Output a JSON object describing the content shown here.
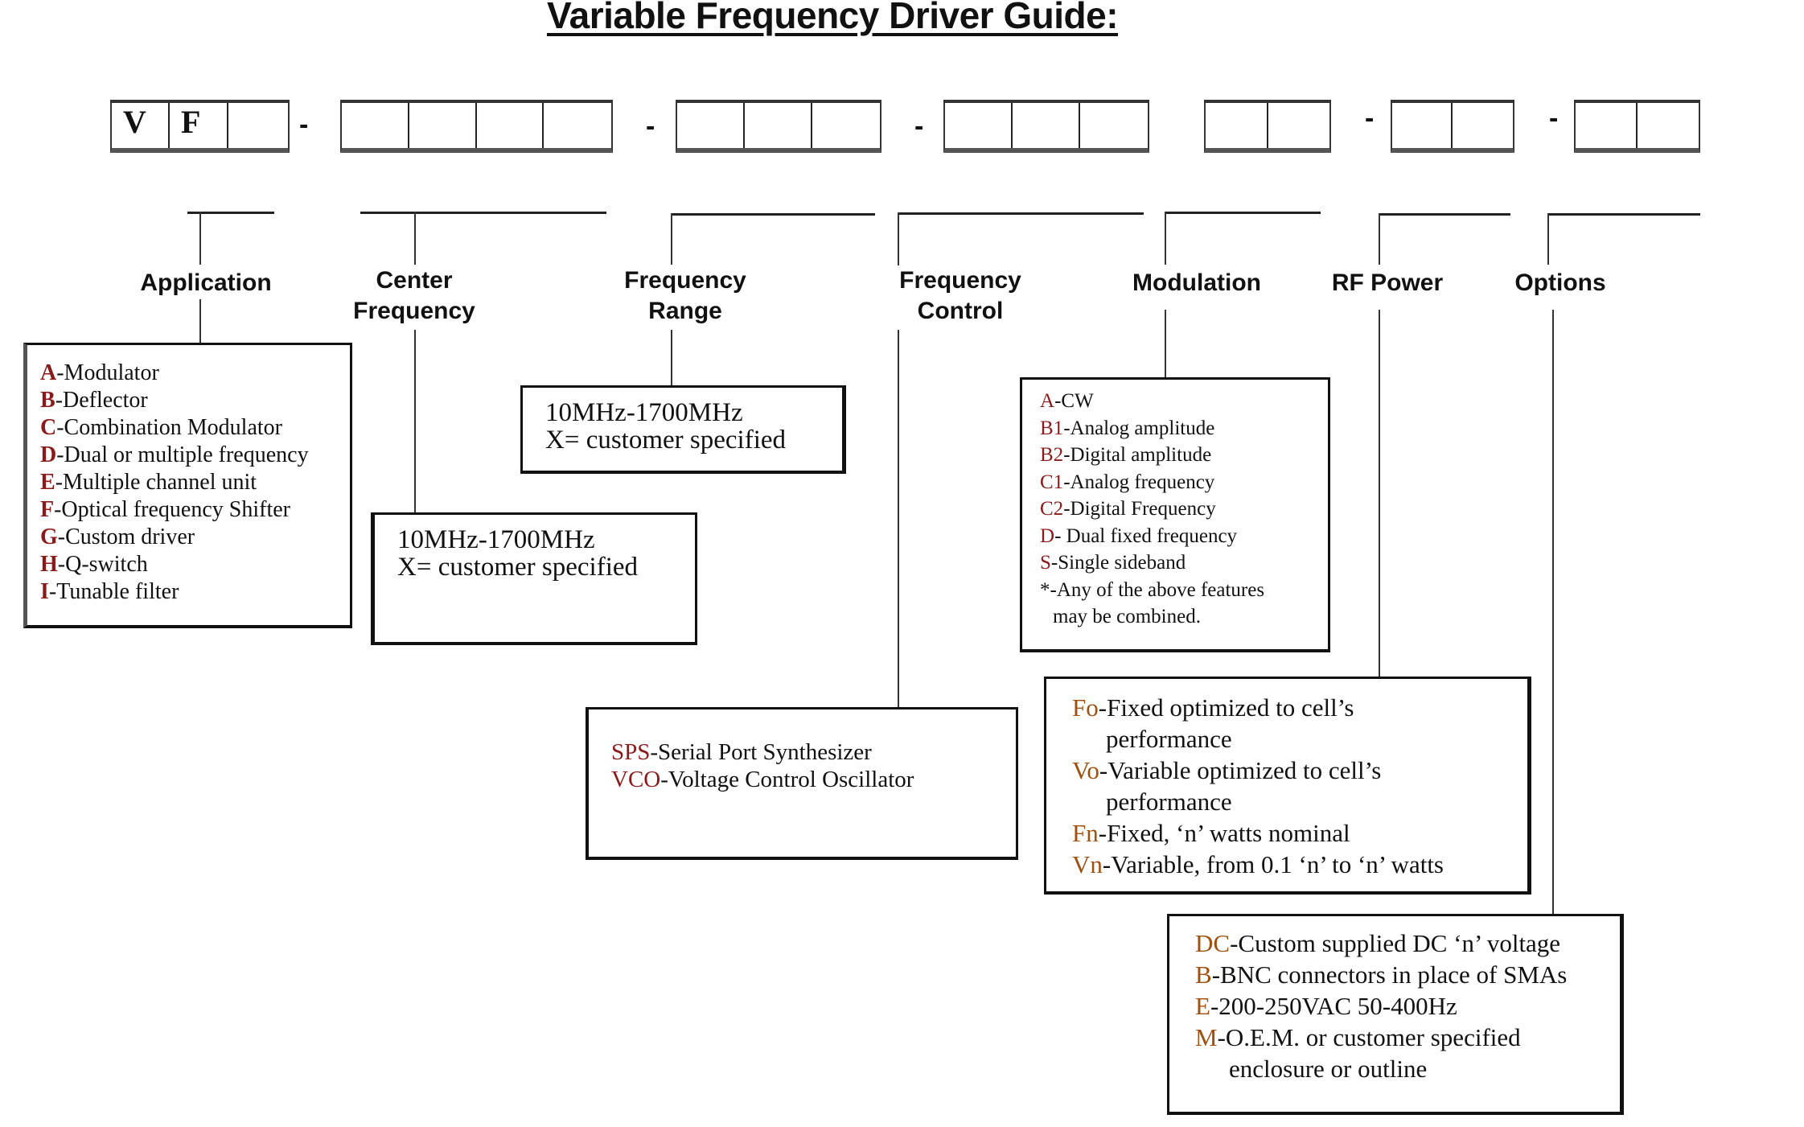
{
  "title": "Variable Frequency Driver Guide:",
  "part_number": {
    "groups": [
      {
        "cells": [
          "V",
          "F",
          ""
        ]
      },
      {
        "cells": [
          "",
          "",
          "",
          ""
        ]
      },
      {
        "cells": [
          "",
          "",
          ""
        ]
      },
      {
        "cells": [
          "",
          "",
          ""
        ]
      },
      {
        "cells": [
          "",
          ""
        ]
      },
      {
        "cells": [
          "",
          ""
        ]
      },
      {
        "cells": [
          "",
          ""
        ]
      }
    ],
    "separator": "-"
  },
  "categories": {
    "application": {
      "label_lines": [
        "Application"
      ],
      "items": [
        {
          "code": "A",
          "text": "-Modulator"
        },
        {
          "code": "B",
          "text": "-Deflector"
        },
        {
          "code": "C",
          "text": "-Combination Modulator"
        },
        {
          "code": "D",
          "text": "-Dual or multiple frequency"
        },
        {
          "code": "E",
          "text": "-Multiple channel unit"
        },
        {
          "code": "F",
          "text": "-Optical frequency Shifter"
        },
        {
          "code": "G",
          "text": "-Custom driver"
        },
        {
          "code": "H",
          "text": "-Q-switch"
        },
        {
          "code": "I",
          "text": "-Tunable filter"
        }
      ]
    },
    "center_frequency": {
      "label_lines": [
        "Center",
        "Frequency"
      ],
      "lines": [
        "10MHz-1700MHz",
        "X= customer specified"
      ]
    },
    "frequency_range": {
      "label_lines": [
        "Frequency",
        "Range"
      ],
      "lines": [
        "10MHz-1700MHz",
        "X= customer specified"
      ]
    },
    "frequency_control": {
      "label_lines": [
        "Frequency",
        "Control"
      ],
      "items": [
        {
          "code": "SPS",
          "text": "-Serial Port Synthesizer"
        },
        {
          "code": "VCO",
          "text": "-Voltage Control Oscillator"
        }
      ]
    },
    "modulation": {
      "label_lines": [
        "Modulation"
      ],
      "items": [
        {
          "code": "A",
          "text": "-CW"
        },
        {
          "code": "B1",
          "text": "-Analog amplitude"
        },
        {
          "code": "B2",
          "text": "-Digital amplitude"
        },
        {
          "code": "C1",
          "text": "-Analog frequency"
        },
        {
          "code": "C2",
          "text": "-Digital Frequency"
        },
        {
          "code": "D",
          "text": "- Dual fixed frequency"
        },
        {
          "code": "S",
          "text": "-Single sideband"
        }
      ],
      "note_lines": [
        "*-Any of the above features",
        "may be combined."
      ]
    },
    "rf_power": {
      "label_lines": [
        "RF Power"
      ],
      "items": [
        {
          "code": "Fo",
          "text": "-Fixed optimized to cell’s",
          "cont": "performance"
        },
        {
          "code": "Vo",
          "text": "-Variable optimized   to cell’s",
          "cont": "performance"
        },
        {
          "code": "Fn",
          "text": "-Fixed, ‘n’ watts nominal"
        },
        {
          "code": "Vn",
          "text": "-Variable, from 0.1 ‘n’ to ‘n’ watts"
        }
      ]
    },
    "options": {
      "label_lines": [
        "Options"
      ],
      "items": [
        {
          "code": "DC",
          "text": "-Custom supplied DC ‘n’ voltage"
        },
        {
          "code": "B",
          "text": "-BNC connectors in place of SMAs"
        },
        {
          "code": "E",
          "text": "-200-250VAC 50-400Hz"
        },
        {
          "code": "M",
          "text": "-O.E.M. or customer specified",
          "cont": "enclosure or outline"
        }
      ]
    }
  },
  "colors": {
    "code_red": "#8b1a1a",
    "code_brown": "#a0500f",
    "line": "#222222"
  }
}
